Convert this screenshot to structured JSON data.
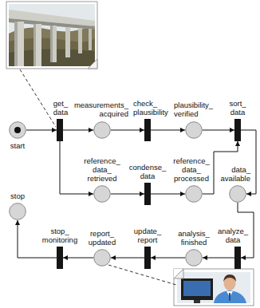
{
  "diagram": {
    "nodes": [
      {
        "text": [
          "start"
        ]
      },
      {
        "text": [
          "get_ data"
        ]
      },
      {
        "text": [
          "measurements_ acquired"
        ]
      },
      {
        "text": [
          "check_ plausibility"
        ]
      },
      {
        "text": [
          "plausibility_ verified"
        ]
      },
      {
        "text": [
          "sort_ data"
        ]
      },
      {
        "text": [
          "reference_ data_ retrieved"
        ]
      },
      {
        "text": [
          "condense_ data"
        ]
      },
      {
        "text": [
          "reference_ data_ processed"
        ]
      },
      {
        "text": [
          "data_ available"
        ]
      },
      {
        "text": [
          "stop"
        ]
      },
      {
        "text": [
          "stop_ monitoring"
        ]
      },
      {
        "text": [
          "report_ updated"
        ]
      },
      {
        "text": [
          "update_ report"
        ]
      },
      {
        "text": [
          "analysis_ finished"
        ]
      },
      {
        "text": [
          "analyze_ data"
        ]
      }
    ],
    "edges": [
      {
        "from": 0,
        "to": 1,
        "arrow": "to"
      },
      {
        "from": 1,
        "to": 2,
        "arrow": "to"
      },
      {
        "from": 2,
        "to": 3,
        "arrow": "to"
      },
      {
        "from": 3,
        "to": 4,
        "arrow": "to"
      },
      {
        "from": 4,
        "to": 5,
        "arrow": "to"
      },
      {
        "from": 1,
        "to": 6,
        "arrow": "to"
      },
      {
        "from": 6,
        "to": 7,
        "arrow": "to"
      },
      {
        "from": 7,
        "to": 8,
        "arrow": "to"
      },
      {
        "from": 8,
        "to": 5,
        "arrow": "to"
      },
      {
        "from": 5,
        "to": 9,
        "arrow": "to"
      },
      {
        "from": 9,
        "to": 15,
        "arrow": "to"
      },
      {
        "from": 15,
        "to": 14,
        "arrow": "to"
      },
      {
        "from": 14,
        "to": 13,
        "arrow": "to"
      },
      {
        "from": 13,
        "to": 12,
        "arrow": "to"
      },
      {
        "from": 12,
        "to": 11,
        "arrow": "to"
      },
      {
        "from": 11,
        "to": 10,
        "arrow": "to"
      }
    ]
  }
}
